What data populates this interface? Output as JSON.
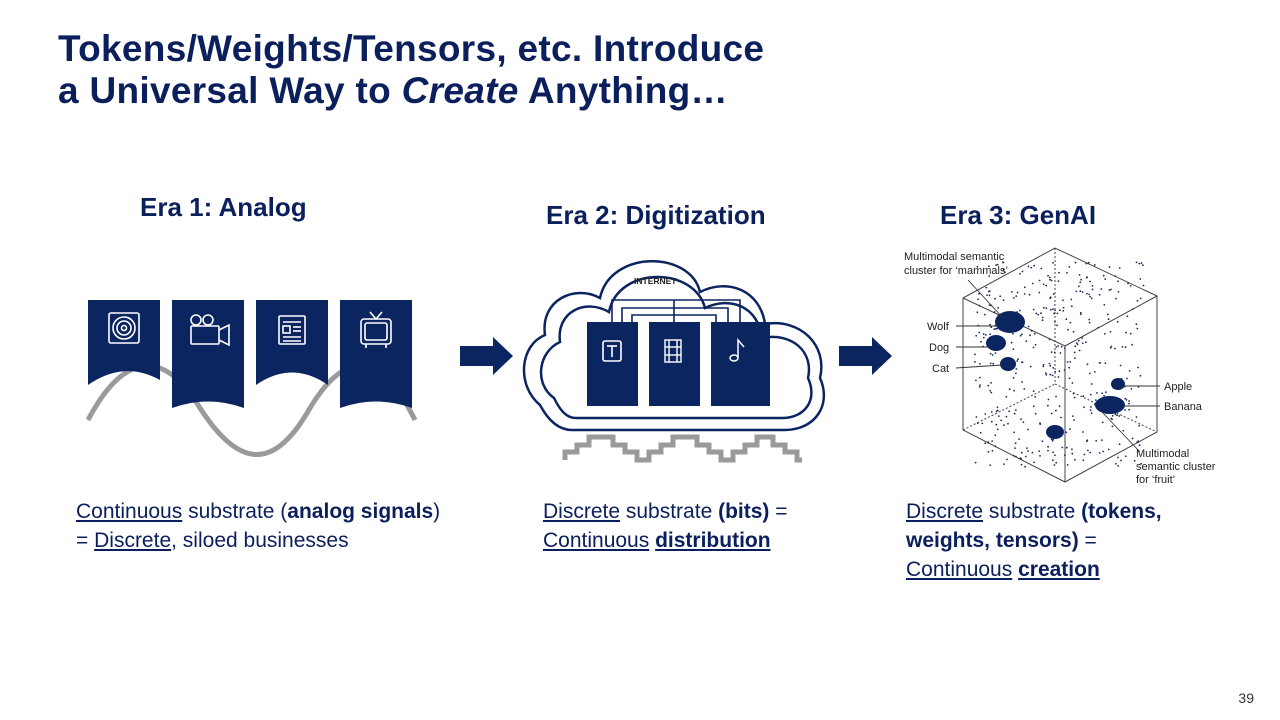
{
  "title": {
    "line1": "Tokens/Weights/Tensors, etc. Introduce",
    "line2_a": "a Universal Way to ",
    "line2_em": "Create",
    "line2_b": " Anything…"
  },
  "eras": [
    {
      "heading": "Era 1: Analog",
      "caption": {
        "w1": "Continuous",
        "t1": " substrate (",
        "b1": "analog signals",
        "t2": ")",
        "t3": "= ",
        "w2": "Discrete",
        "t4": ", siloed businesses"
      },
      "icons": [
        "vinyl-record-icon",
        "movie-camera-icon",
        "newspaper-icon",
        "television-icon"
      ]
    },
    {
      "heading": "Era 2: Digitization",
      "cloud_label": "INTERNET",
      "icons": [
        "text-icon",
        "film-icon",
        "music-note-icon"
      ],
      "caption": {
        "w1": "Discrete",
        "t1": " substrate ",
        "b1": "(bits)",
        "t2": " =",
        "w2": "Continuous",
        "t3": " ",
        "bu1": "distribution"
      }
    },
    {
      "heading": "Era 3: GenAI",
      "cube_labels": {
        "mammals": [
          "Multimodal semantic",
          "cluster for ‘mammals’"
        ],
        "wolf": "Wolf",
        "dog": "Dog",
        "cat": "Cat",
        "apple": "Apple",
        "banana": "Banana",
        "fruit": [
          "Multimodal",
          "semantic cluster",
          "for ‘fruit’"
        ]
      },
      "caption": {
        "w1": "Discrete",
        "t1": " substrate ",
        "b1": "(tokens,",
        "b2": "weights, tensors)",
        "t2": " =",
        "w2": "Continuous",
        "t3": " ",
        "bu1": "creation"
      }
    }
  ],
  "colors": {
    "navy": "#0b2561",
    "wave": "#9a9a9a",
    "text": "#0b1f5c"
  },
  "page_number": "39"
}
